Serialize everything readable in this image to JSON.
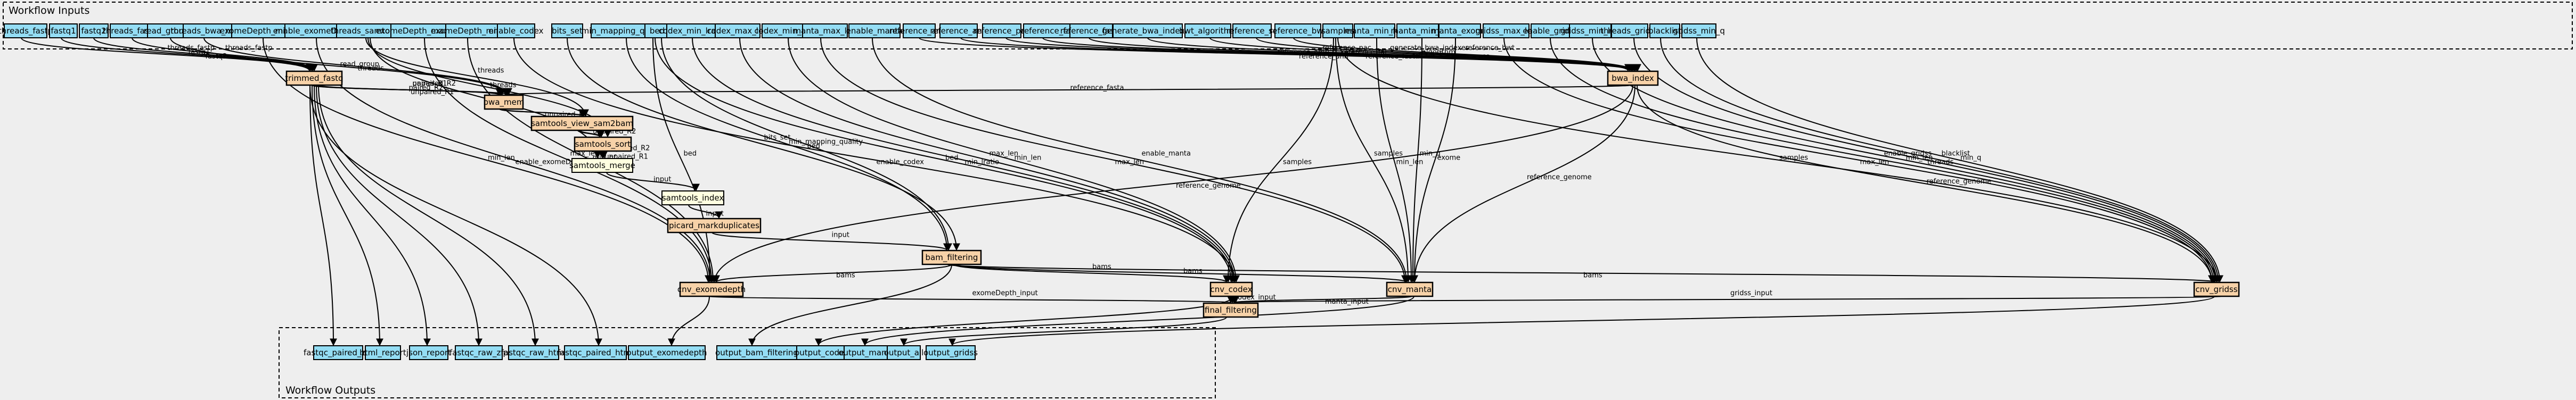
{
  "clusters": {
    "inputs_label": "Workflow Inputs",
    "outputs_label": "Workflow Outputs"
  },
  "inputs": [
    "threads_fastp",
    "fastq1",
    "fastq2",
    "threads_fastp",
    "read_group",
    "threads_bwa_mem",
    "exomeDepth_min_len",
    "enable_exomeDepth",
    "threads_samtools",
    "exomeDepth_max_len",
    "exomeDepth_min_bf",
    "enable_codex",
    "bits_set",
    "min_mapping_quality",
    "bed",
    "codex_min_lratio",
    "codex_max_len",
    "codex_min_len",
    "manta_max_len",
    "enable_manta",
    "reference_amb",
    "reference_ann",
    "reference_pac",
    "reference_fai",
    "reference_fasta",
    "generate_bwa_indexes",
    "bwt_algorithm",
    "reference_sa",
    "reference_bwt",
    "samples",
    "manta_min_len",
    "manta_min_q",
    "manta_exome",
    "gridss_max_len",
    "enable_gridss",
    "gridss_min_len",
    "threads_gridss",
    "blacklist",
    "gridss_min_q"
  ],
  "steps": {
    "trimmed_fastq": "trimmed_fastq",
    "bwa_index": "bwa_index",
    "bwa_mem": "bwa_mem",
    "samtools_view_sam2bam": "samtools_view_sam2bam",
    "samtools_sort": "samtools_sort",
    "samtools_merge": "samtools_merge",
    "samtools_index": "samtools_index",
    "picard_markduplicates": "picard_markduplicates",
    "bam_filtering": "bam_filtering",
    "cnv_exomedepth": "cnv_exomedepth",
    "cnv_codex": "cnv_codex",
    "cnv_manta": "cnv_manta",
    "cnv_gridss": "cnv_gridss",
    "final_filtering": "final_filtering"
  },
  "outputs": [
    "fastqc_paired_zip",
    "html_report",
    "json_report",
    "fastqc_raw_zip",
    "fastqc_raw_html",
    "fastqc_paired_html",
    "output_exomedepth",
    "output_bam_filtering",
    "output_codex",
    "output_manta",
    "output_all",
    "output_gridss"
  ],
  "edge_labels": {
    "threads_fastp": "threads_fastp",
    "fastq1": "fastq1",
    "fastq2": "fastq2",
    "read_group": "read_group",
    "threads": "threads",
    "paired_R1": "paired_R1",
    "paired_R2": "paired_R2",
    "unpaired_R1": "unpaired_R1",
    "unpaired_R2": "unpaired_R2",
    "min_len": "min_len",
    "max_len": "max_len",
    "enable_exomeDepth": "enable_exomeDepth",
    "enable_codex": "enable_codex",
    "enable_manta": "enable_manta",
    "enable_gridss": "enable_gridss",
    "min_bf": "min_bf",
    "bits_set": "bits_set",
    "min_mapping_quality": "min_mapping_quality",
    "bed": "bed",
    "min_lratio": "min_lratio",
    "samples": "samples",
    "reference_amb": "reference_amb",
    "reference_ann": "reference_ann",
    "reference_pac": "reference_pac",
    "reference_fai": "reference_fai",
    "reference_fasta": "reference_fasta",
    "generate_bwa_indexes": "generate_bwa_indexes",
    "algorithm": "algorithm",
    "reference_sa": "reference_sa",
    "reference_bwt": "reference_bwt",
    "reference_genome": "reference_genome",
    "min_q": "min_q",
    "exome": "exome",
    "blacklist": "blacklist",
    "input": "input",
    "bams": "bams",
    "exomeDepth_input": "exomeDepth_input",
    "codex_input": "codex_input",
    "manta_input": "manta_input",
    "gridss_input": "gridss_input"
  }
}
